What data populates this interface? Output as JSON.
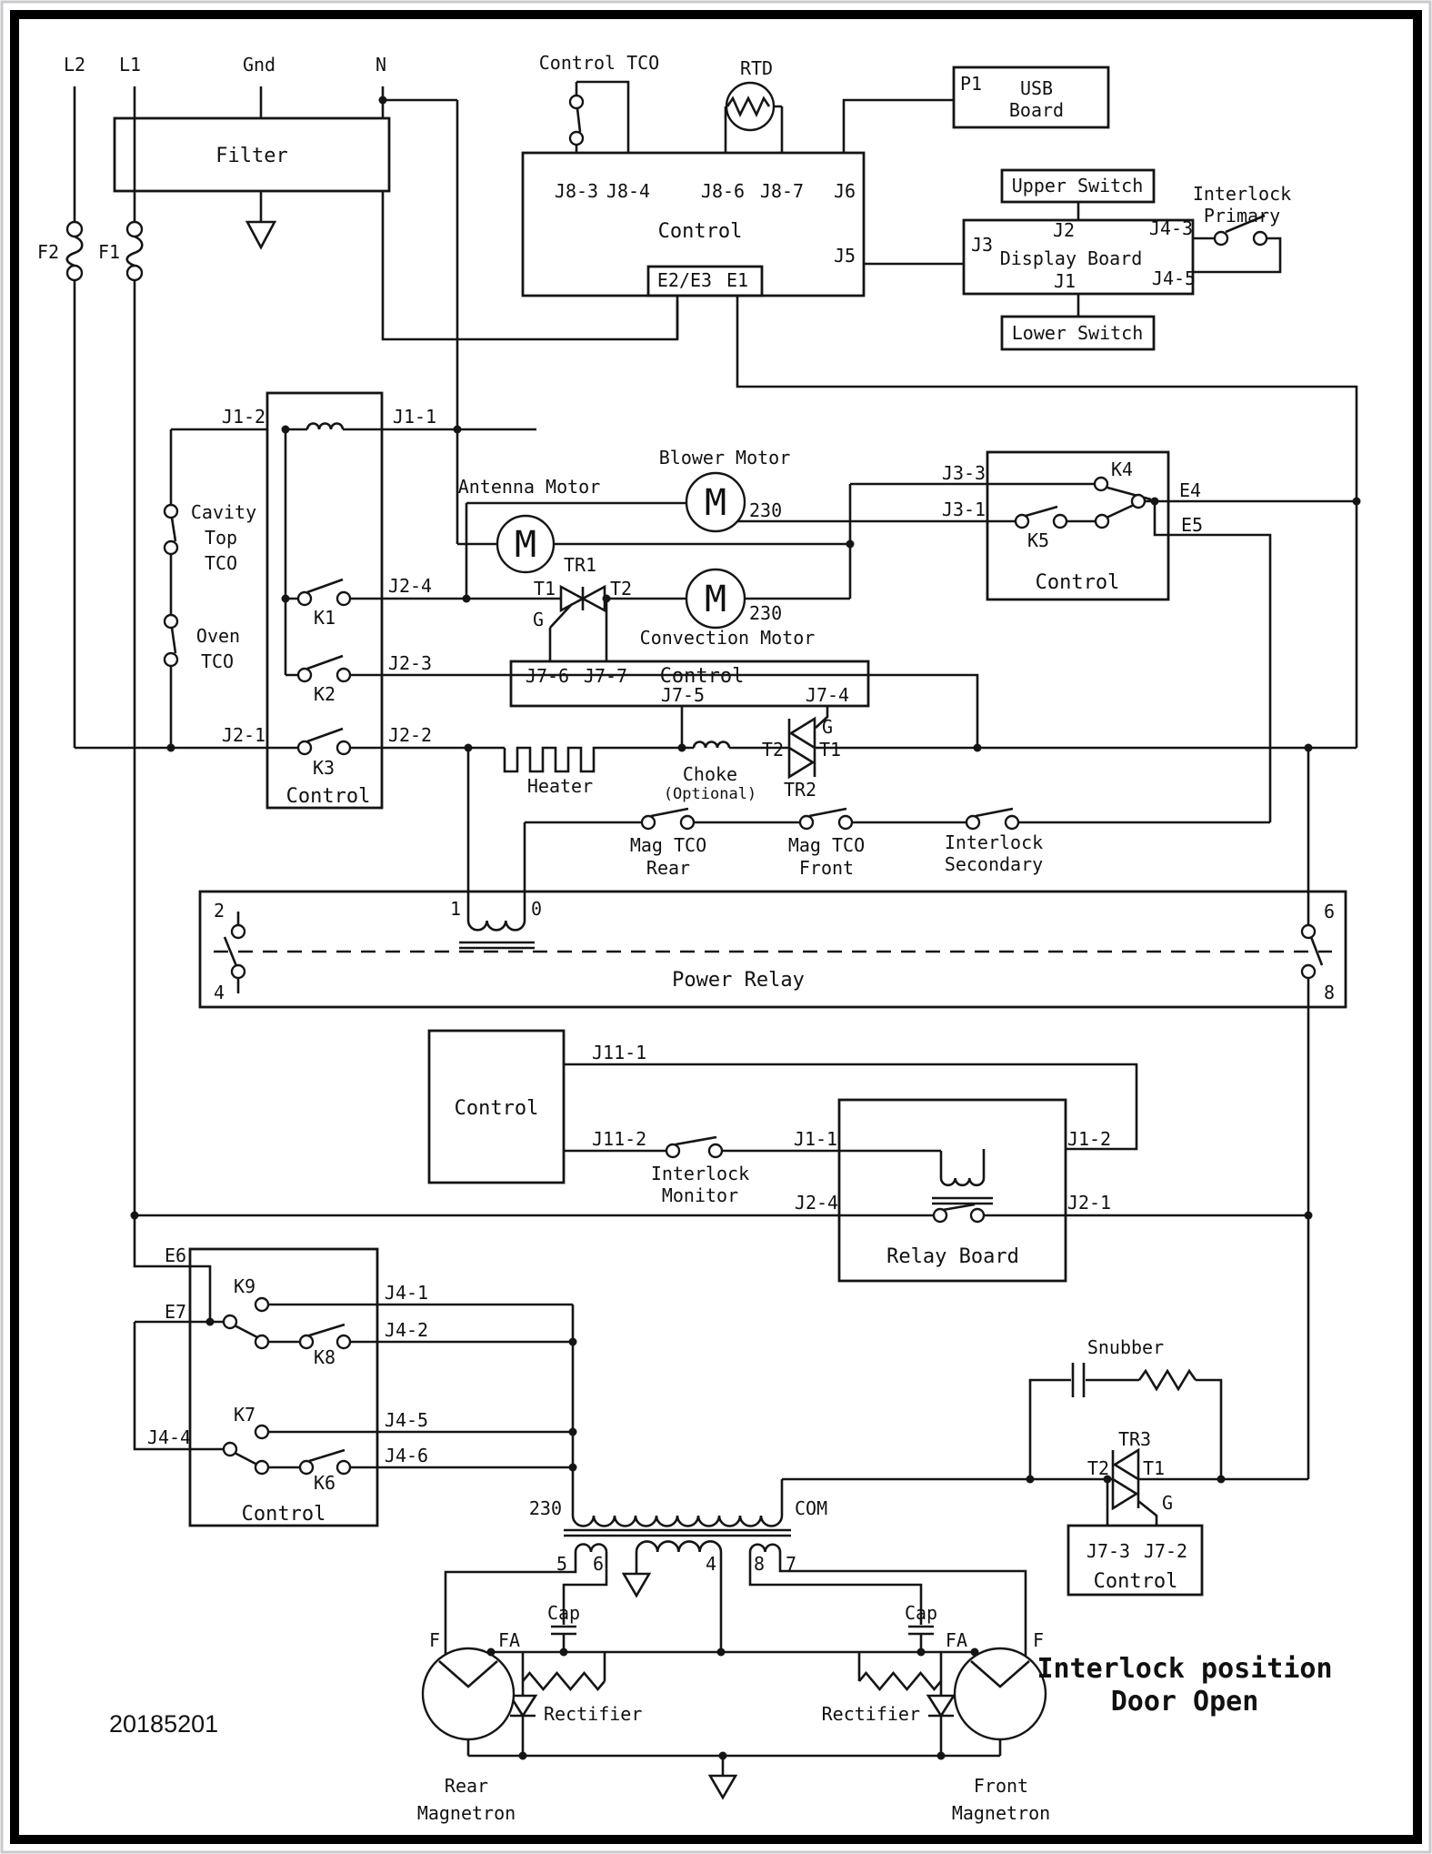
{
  "mains": {
    "l2": "L2",
    "l1": "L1",
    "gnd": "Gnd",
    "n": "N",
    "f2": "F2",
    "f1": "F1",
    "filter": "Filter"
  },
  "ctl_top": {
    "title": "Control",
    "tco": "Control TCO",
    "rtd": "RTD",
    "j8_3": "J8-3",
    "j8_4": "J8-4",
    "j8_6": "J8-6",
    "j8_7": "J8-7",
    "j6": "J6",
    "j5": "J5",
    "e2e3": "E2/E3",
    "e1": "E1"
  },
  "usb": {
    "p1": "P1",
    "name1": "USB",
    "name2": "Board"
  },
  "display": {
    "title": "Display Board",
    "j3": "J3",
    "j2": "J2",
    "j1": "J1",
    "j4_3": "J4-3",
    "j4_5": "J4-5",
    "upper": "Upper Switch",
    "lower": "Lower Switch",
    "ip1": "Interlock",
    "ip2": "Primary"
  },
  "ctl_k123": {
    "title": "Control",
    "j1_2": "J1-2",
    "j1_1": "J1-1",
    "j2_4": "J2-4",
    "j2_3": "J2-3",
    "j2_2": "J2-2",
    "j2_1": "J2-1",
    "k1": "K1",
    "k2": "K2",
    "k3": "K3",
    "cav1": "Cavity",
    "cav2": "Top",
    "cav3": "TCO",
    "oven1": "Oven",
    "oven2": "TCO"
  },
  "motors": {
    "antenna": "Antenna Motor",
    "blower": "Blower Motor",
    "convection": "Convection Motor",
    "m": "M",
    "v230a": "230",
    "v230b": "230",
    "tr1": "TR1",
    "t1": "T1",
    "t2": "T2",
    "g": "G"
  },
  "ctl_conv": {
    "title": "Control",
    "j7_6": "J7-6",
    "j7_7": "J7-7",
    "j7_5": "J7-5",
    "j7_4": "J7-4"
  },
  "ctl_k45": {
    "title": "Control",
    "k4": "K4",
    "k5": "K5",
    "j3_3": "J3-3",
    "j3_1": "J3-1",
    "e4": "E4",
    "e5": "E5"
  },
  "heater_row": {
    "heater": "Heater",
    "choke1": "Choke",
    "choke2": "(Optional)",
    "tr2": "TR2",
    "t2": "T2",
    "t1": "T1",
    "g": "G"
  },
  "tco_row": {
    "rear1": "Mag TCO",
    "rear2": "Rear",
    "front1": "Mag TCO",
    "front2": "Front",
    "is1": "Interlock",
    "is2": "Secondary"
  },
  "power_relay": {
    "title": "Power Relay",
    "p2": "2",
    "p4": "4",
    "p1": "1",
    "p0": "0",
    "p6": "6",
    "p8": "8"
  },
  "ctl_mon": {
    "title": "Control",
    "j11_1": "J11-1",
    "j11_2": "J11-2",
    "im1": "Interlock",
    "im2": "Monitor"
  },
  "relay_board": {
    "title": "Relay Board",
    "j1_1": "J1-1",
    "j1_2": "J1-2",
    "j2_4": "J2-4",
    "j2_1": "J2-1"
  },
  "ctl_k69": {
    "title": "Control",
    "e6": "E6",
    "e7": "E7",
    "k9": "K9",
    "k8": "K8",
    "k7": "K7",
    "k6": "K6",
    "j4_1": "J4-1",
    "j4_2": "J4-2",
    "j4_5": "J4-5",
    "j4_6": "J4-6",
    "j4_4": "J4-4"
  },
  "snubber_tr3": {
    "snubber": "Snubber",
    "tr3": "TR3",
    "t2": "T2",
    "t1": "T1",
    "g": "G",
    "title": "Control",
    "j7_3": "J7-3",
    "j7_2": "J7-2"
  },
  "hv": {
    "v230": "230",
    "com": "COM",
    "t5": "5",
    "t6": "6",
    "t4": "4",
    "t8": "8",
    "t7": "7"
  },
  "mag": {
    "cap1": "Cap",
    "cap2": "Cap",
    "rect1": "Rectifier",
    "rect2": "Rectifier",
    "f1": "F",
    "fa1": "FA",
    "fa2": "FA",
    "f2": "F",
    "rear1": "Rear",
    "rear2": "Magnetron",
    "front1": "Front",
    "front2": "Magnetron"
  },
  "footer": {
    "part_number": "20185201",
    "note1": "Interlock position",
    "note2": "Door Open"
  }
}
